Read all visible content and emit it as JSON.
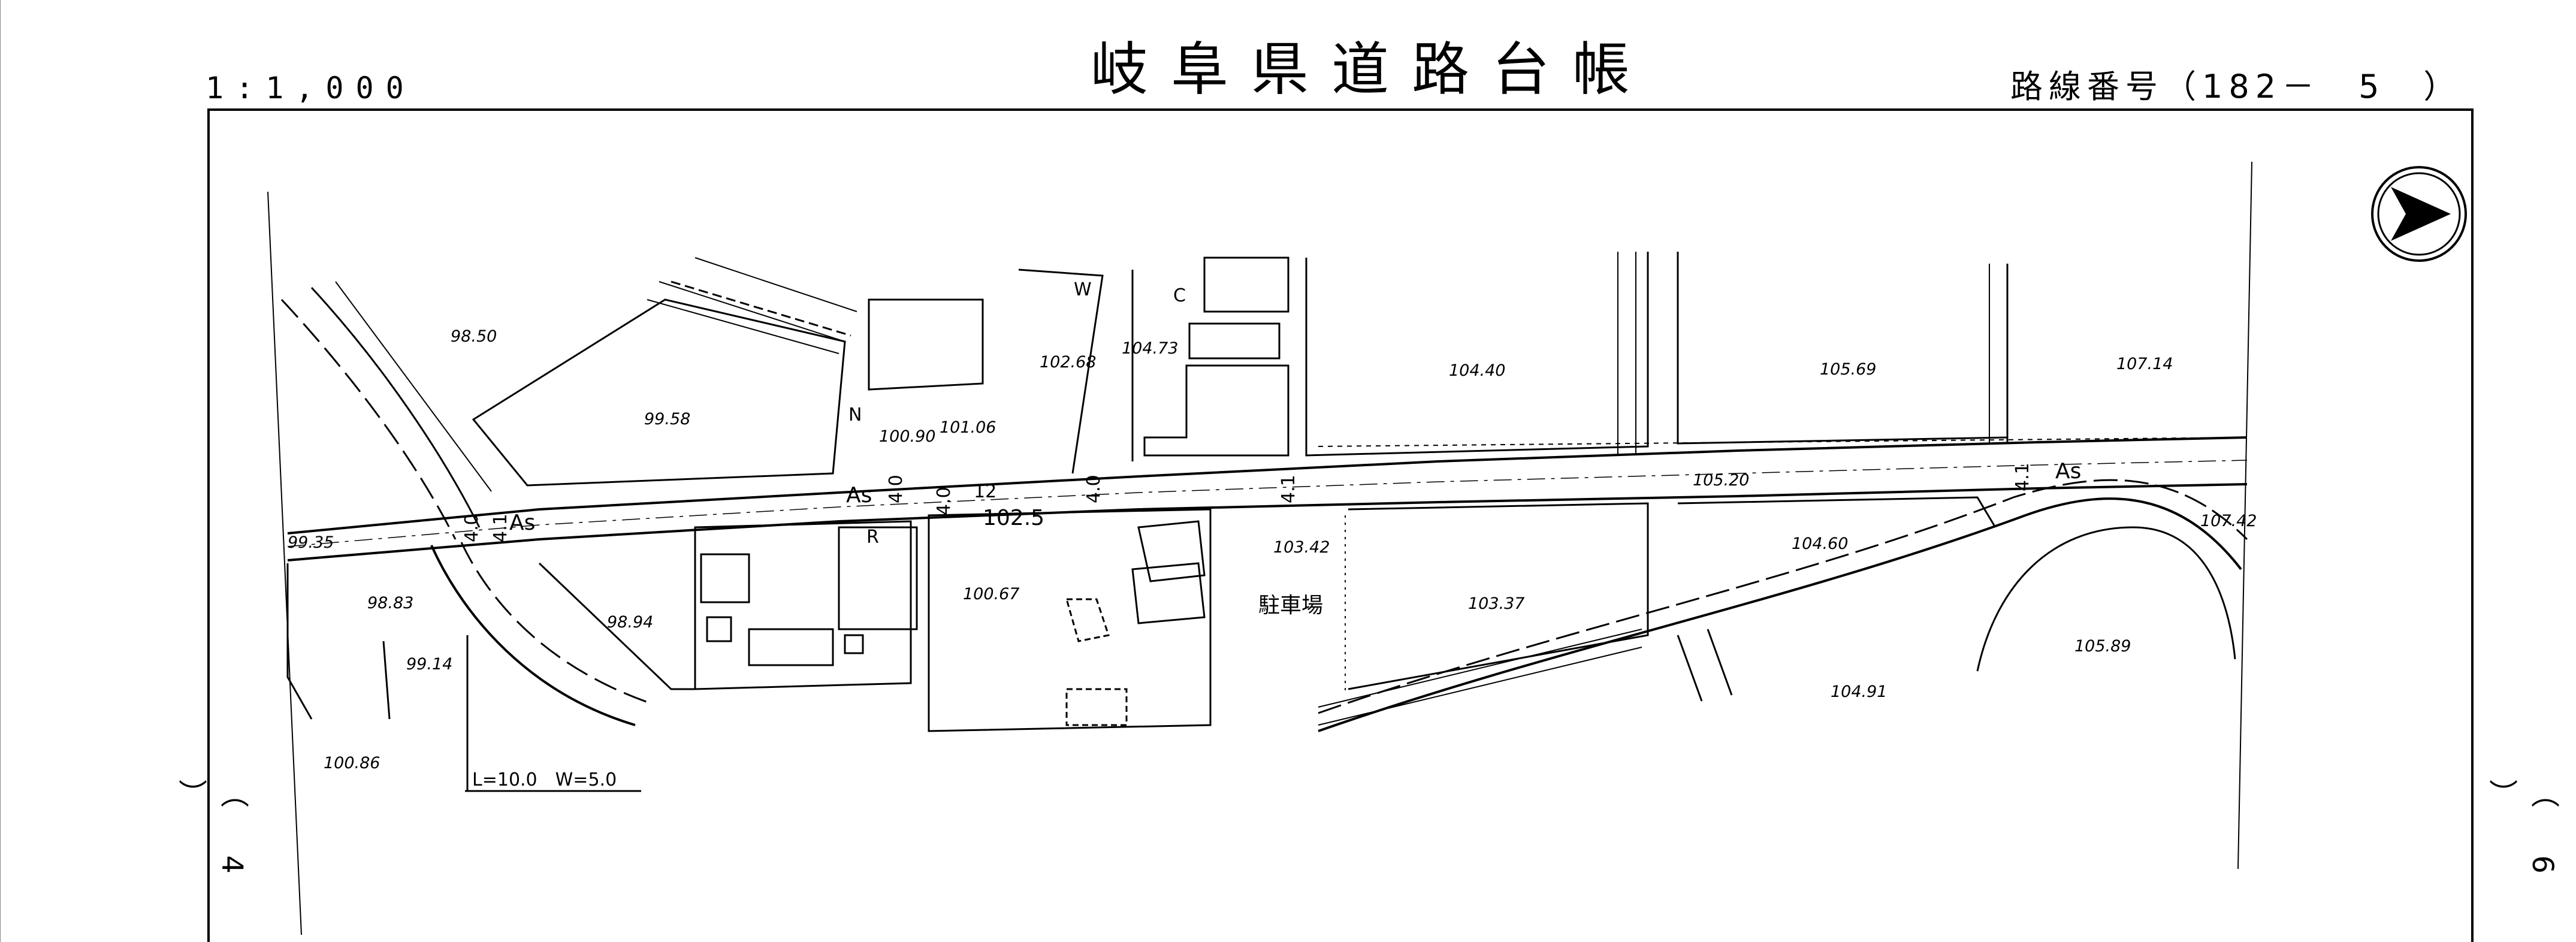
{
  "header": {
    "scale": "1:1,000",
    "title": "岐阜県道路台帳",
    "route_number": "路線番号（182－　5　）"
  },
  "side_marks": {
    "left": "（ 4 ）",
    "right": "（ 6 ）"
  },
  "map": {
    "north_arrow": "north-arrow-icon",
    "road_label": "As",
    "road_center_value": "102.5",
    "parking_label": "駐車場",
    "culvert_note": "L=10.0　W=5.0",
    "width_marks": [
      "4.0",
      "4.0",
      "4.0",
      "4.1",
      "12",
      "4.0",
      "4.1",
      "4.1"
    ],
    "symbols": [
      "N",
      "W",
      "C",
      "R"
    ],
    "elevations": [
      "98.50",
      "99.58",
      "100.90",
      "101.06",
      "102.68",
      "104.73",
      "104.40",
      "105.69",
      "107.14",
      "99.35",
      "98.83",
      "98.94",
      "99.14",
      "100.86",
      "100.67",
      "103.42",
      "103.37",
      "105.20",
      "104.60",
      "107.42",
      "105.89",
      "104.91"
    ]
  }
}
